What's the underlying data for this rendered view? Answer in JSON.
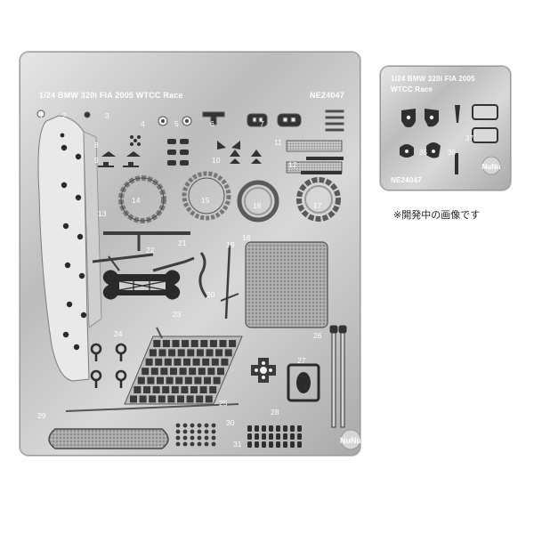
{
  "main_sheet": {
    "title": "1/24 BMW 320i FIA 2005 WTCC Race",
    "code": "NE24047",
    "part_numbers": [
      "1",
      "2",
      "3",
      "4",
      "5",
      "6",
      "7",
      "8",
      "9",
      "10",
      "11",
      "12",
      "13",
      "14",
      "15",
      "16",
      "17",
      "18",
      "19",
      "20",
      "21",
      "22",
      "23",
      "24",
      "25",
      "26",
      "27",
      "28",
      "29",
      "30",
      "31"
    ]
  },
  "small_sheet": {
    "title_line1": "1/24 BMW 320i FIA 2005",
    "title_line2": "WTCC Race",
    "code": "NE24047",
    "part_numbers": [
      "37",
      "35",
      "36"
    ]
  },
  "caption": "※開発中の画像です",
  "colors": {
    "metal_light": "#e6e6e6",
    "metal_dark": "#a9a9a9",
    "label": "#ffffff"
  },
  "logo": "NuNu"
}
